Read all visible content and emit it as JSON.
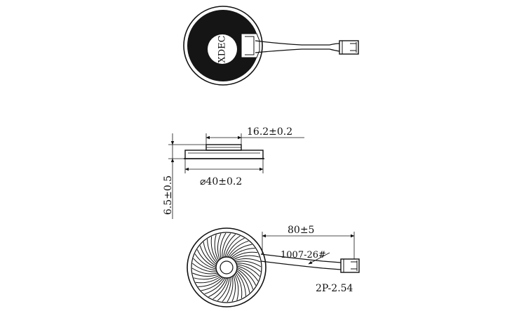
{
  "top_view": {
    "brand_text": "XDEC"
  },
  "side_view": {
    "magnet_dim": "16.2±0.2",
    "diameter_dim": "⌀40±0.2",
    "height_dim": "6.5±0.5"
  },
  "bottom_view": {
    "cable_length_dim": "80±5",
    "wire_code": "1007-26#",
    "connector_spec": "2P-2.54"
  },
  "colors": {
    "line": "#111111",
    "background": "#ffffff"
  }
}
